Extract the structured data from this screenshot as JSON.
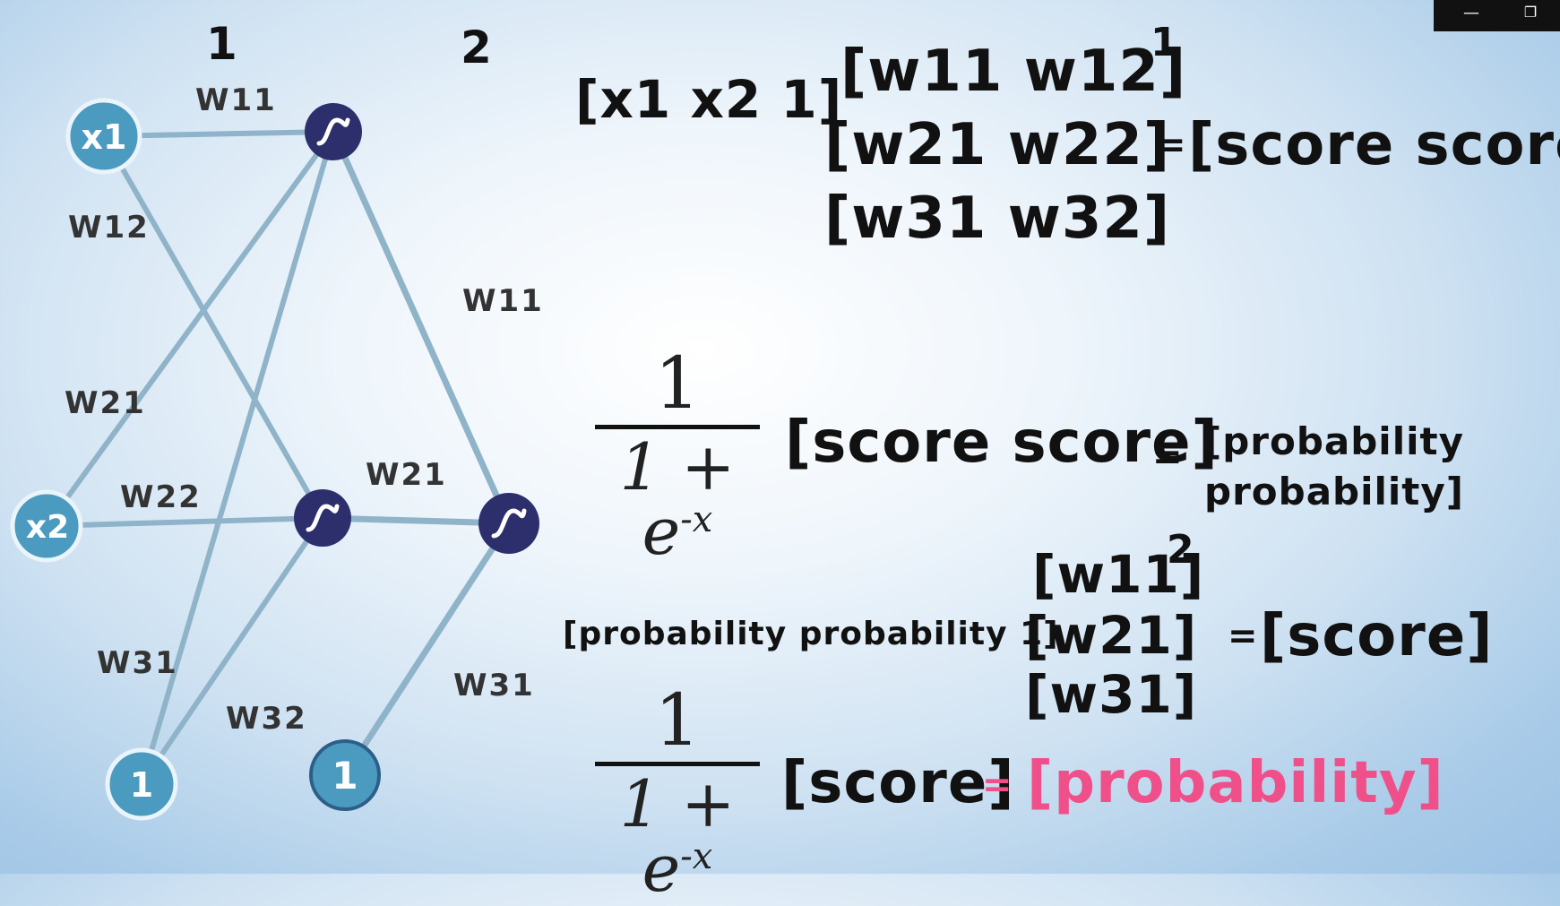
{
  "layer_labels": {
    "first": "1",
    "second": "2"
  },
  "nodes": {
    "x1": "x1",
    "x2": "x2",
    "bias1": "1",
    "bias2": "1"
  },
  "weights_left": {
    "w11": "W11",
    "w12": "W12",
    "w21": "W21",
    "w22": "W22",
    "w31": "W31",
    "w32": "W32"
  },
  "weights_right": {
    "w11": "W11",
    "w21": "W21",
    "w31": "W31"
  },
  "eq1": {
    "input": "[x1 x2 1]",
    "row1": "[w11 w12]",
    "row2": "[w21 w22]",
    "row3": "[w31 w32]",
    "superscript": "1",
    "equals": "=",
    "result": "[score score]"
  },
  "sigmoid1": {
    "numerator": "1",
    "denominator_base": "1 + e",
    "exponent": "-x",
    "arg": "[score score]",
    "equals": "=",
    "result_line1": "[probability",
    "result_line2": "probability]"
  },
  "eq2": {
    "input": "[probability probability 1]",
    "row1": "[w11]",
    "row2": "[w21]",
    "row3": "[w31]",
    "superscript": "2",
    "equals": "=",
    "result": "[score]"
  },
  "sigmoid2": {
    "numerator": "1",
    "denominator_base": "1 + e",
    "exponent": "-x",
    "arg": "[score]",
    "equals": "=",
    "result": "[probability]"
  },
  "colors": {
    "node_input": "#4a9bbf",
    "node_hidden": "#2c2f6b",
    "edge": "#8fb3c8",
    "highlight": "#f0508a"
  },
  "window_controls": {
    "minimize": "—",
    "restore": "❐"
  }
}
